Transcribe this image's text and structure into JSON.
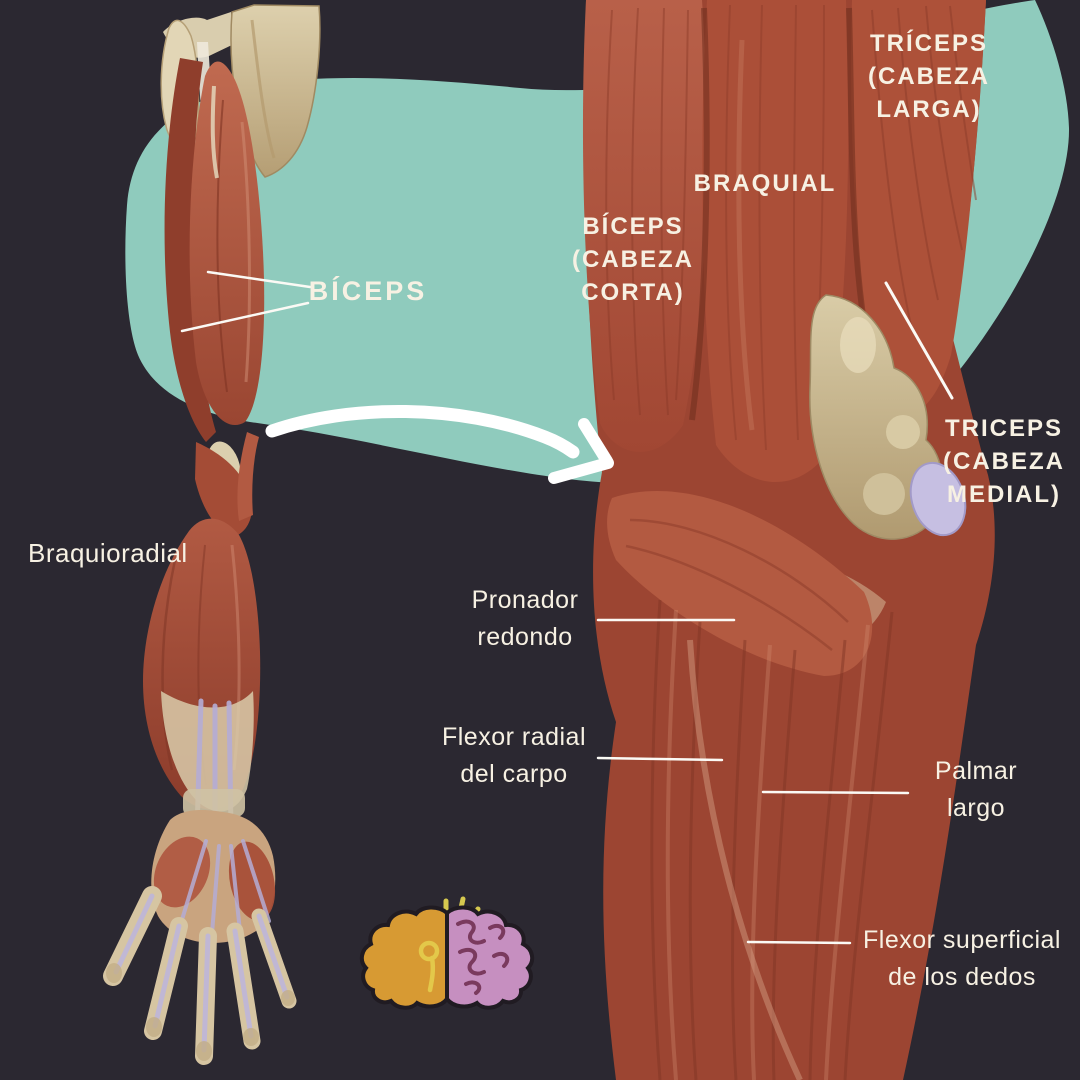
{
  "colors": {
    "background": "#2b2831",
    "blob": "#8fcbbd",
    "text": "#f7f1e3",
    "pointer_line": "#fbfaf5",
    "arrow": "#ffffff",
    "muscle_base": "#a04834",
    "muscle_shadow": "#7e3424",
    "muscle_highlight": "#d08b6f",
    "bone_tan": "#cdbb95",
    "tendon_cream": "#ddd0ae",
    "tendon_lavender": "#b9b1d8",
    "logo_left_half": "#d79a33",
    "logo_right_half": "#c68fc0",
    "logo_rays": "#d6c94f",
    "logo_outline": "#201b22",
    "logo_squiggle_left": "#e3c84a",
    "logo_squiggle_right": "#7a3a5e"
  },
  "labels": {
    "triceps_cabeza_larga": {
      "lines": [
        "TRÍCEPS",
        "(CABEZA",
        "LARGA)"
      ]
    },
    "braquial": {
      "text": "BRAQUIAL"
    },
    "biceps_cabeza_corta": {
      "lines": [
        "BÍCEPS",
        "(CABEZA",
        "CORTA)"
      ]
    },
    "biceps": {
      "text": "BÍCEPS"
    },
    "triceps_cabeza_medial": {
      "lines": [
        "TRICEPS",
        "(CABEZA",
        "MEDIAL)"
      ]
    },
    "braquioradial": {
      "text": "Braquioradial"
    },
    "pronador_redondo": {
      "lines": [
        "Pronador",
        "redondo"
      ]
    },
    "flexor_radial_del_carpo": {
      "lines": [
        "Flexor radial",
        "del carpo"
      ]
    },
    "palmar_largo": {
      "lines": [
        "Palmar",
        "largo"
      ]
    },
    "flexor_superficial_de_los_dedos": {
      "lines": [
        "Flexor superficial",
        "de los dedos"
      ]
    }
  },
  "illustrations": {
    "left_arm": "full-arm-muscles-anterior-view",
    "right_closeup": "elbow-and-forearm-muscles-closeup"
  },
  "logo": {
    "name": "split-brain-logo"
  }
}
